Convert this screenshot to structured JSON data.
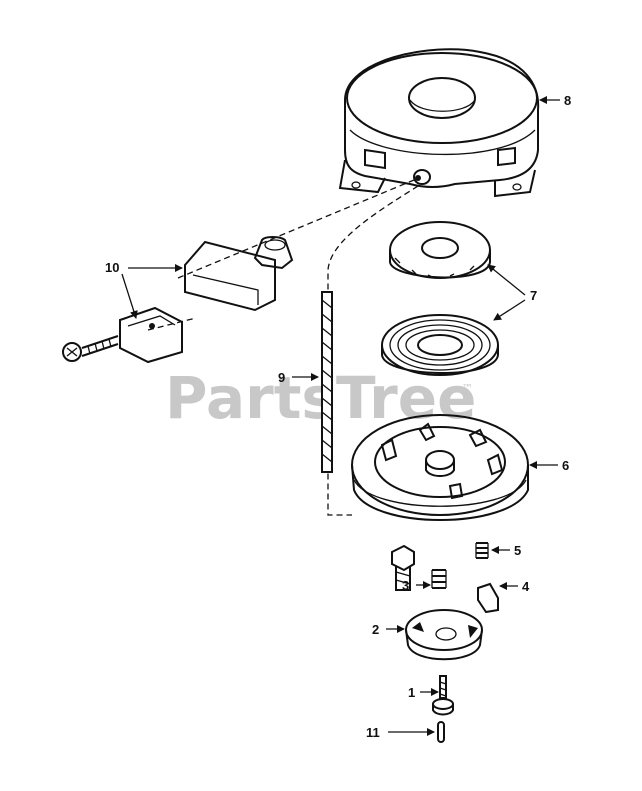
{
  "watermark": {
    "text": "PartsTree",
    "tm": "™"
  },
  "callouts": [
    {
      "id": "8",
      "text": "8"
    },
    {
      "id": "10",
      "text": "10"
    },
    {
      "id": "7",
      "text": "7"
    },
    {
      "id": "9",
      "text": "9"
    },
    {
      "id": "6",
      "text": "6"
    },
    {
      "id": "5",
      "text": "5"
    },
    {
      "id": "4",
      "text": "4"
    },
    {
      "id": "3",
      "text": "3"
    },
    {
      "id": "2",
      "text": "2"
    },
    {
      "id": "1",
      "text": "1"
    },
    {
      "id": "11",
      "text": "11"
    }
  ]
}
